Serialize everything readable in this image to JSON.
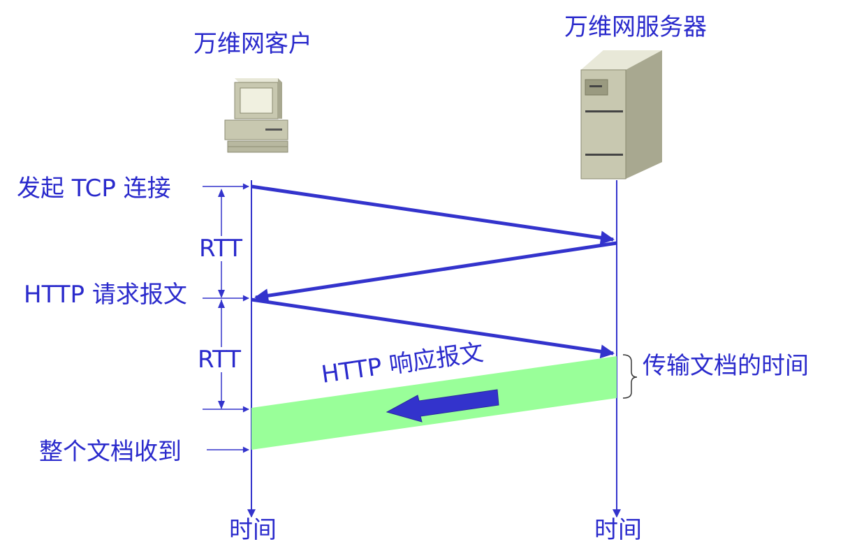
{
  "client": {
    "title": "万维网客户",
    "time_label": "时间"
  },
  "server": {
    "title": "万维网服务器",
    "time_label": "时间"
  },
  "events": {
    "tcp_start": "发起 TCP 连接",
    "http_request": "HTTP 请求报文",
    "doc_received": "整个文档收到"
  },
  "rtt": {
    "first": "RTT",
    "second": "RTT"
  },
  "response": {
    "label": "HTTP 响应报文",
    "transfer_time": "传输文档的时间"
  },
  "colors": {
    "text": "#2a2acc",
    "arrow": "#3333cc",
    "timeline": "#3333cc",
    "transfer_band": "#99ff99",
    "bracket": "#333333"
  }
}
